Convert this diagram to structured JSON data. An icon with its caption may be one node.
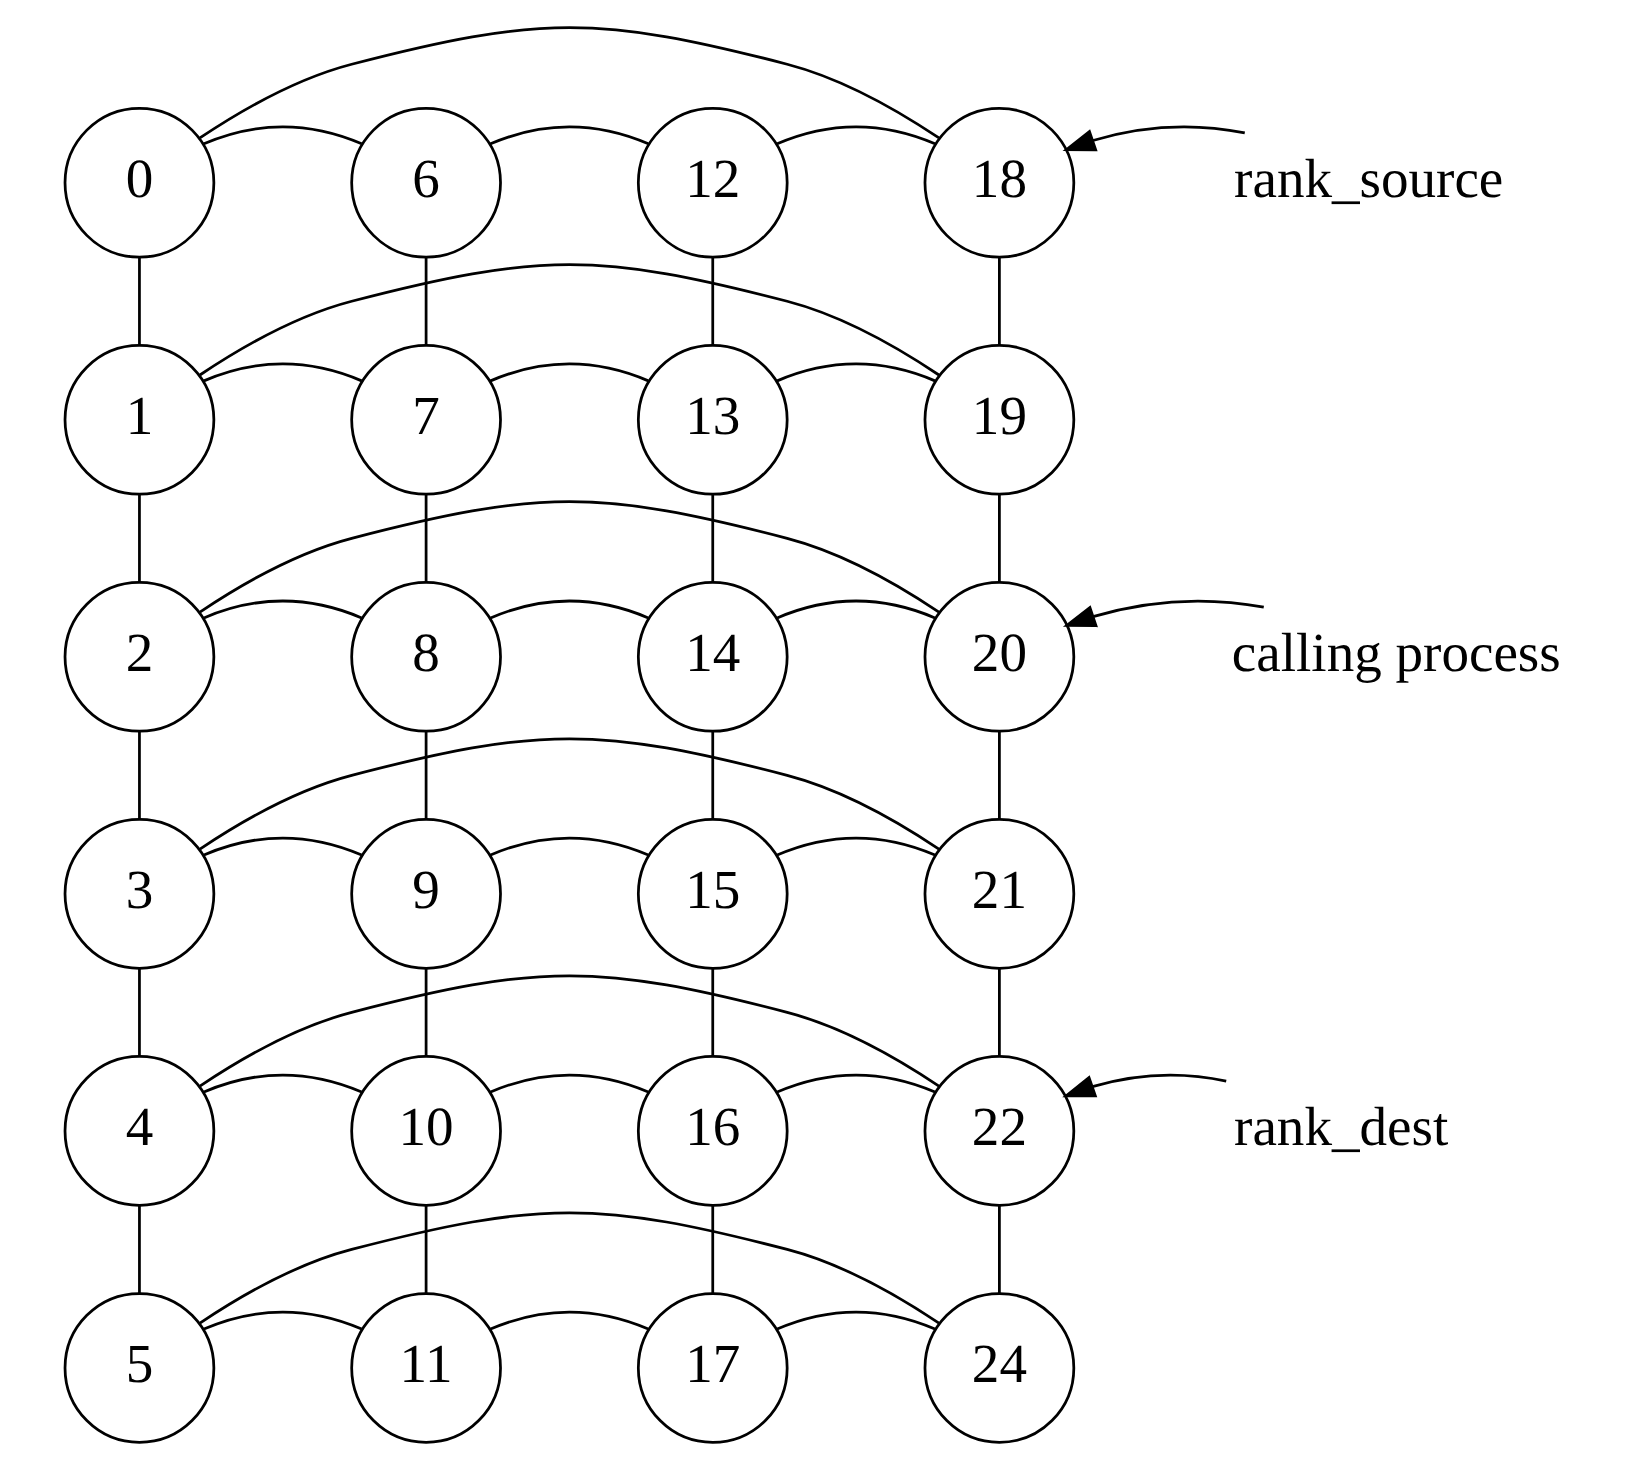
{
  "diagram": {
    "nodes": [
      {
        "text": [
          "0"
        ]
      },
      {
        "text": [
          "1"
        ]
      },
      {
        "text": [
          "2"
        ]
      },
      {
        "text": [
          "3"
        ]
      },
      {
        "text": [
          "4"
        ]
      },
      {
        "text": [
          "5"
        ]
      },
      {
        "text": [
          "6"
        ]
      },
      {
        "text": [
          "7"
        ]
      },
      {
        "text": [
          "8"
        ]
      },
      {
        "text": [
          "9"
        ]
      },
      {
        "text": [
          "10"
        ]
      },
      {
        "text": [
          "11"
        ]
      },
      {
        "text": [
          "12"
        ]
      },
      {
        "text": [
          "13"
        ]
      },
      {
        "text": [
          "14"
        ]
      },
      {
        "text": [
          "15"
        ]
      },
      {
        "text": [
          "16"
        ]
      },
      {
        "text": [
          "17"
        ]
      },
      {
        "text": [
          "18"
        ]
      },
      {
        "text": [
          "19"
        ]
      },
      {
        "text": [
          "20"
        ]
      },
      {
        "text": [
          "21"
        ]
      },
      {
        "text": [
          "22"
        ]
      },
      {
        "text": [
          "24"
        ]
      },
      {
        "text": [
          "rank_source"
        ]
      },
      {
        "text": [
          "calling process"
        ]
      },
      {
        "text": [
          "rank_dest"
        ]
      }
    ],
    "edges": [
      {
        "from": 0,
        "to": 6,
        "arrow": "none"
      },
      {
        "from": 6,
        "to": 12,
        "arrow": "none"
      },
      {
        "from": 12,
        "to": 18,
        "arrow": "none"
      },
      {
        "from": 18,
        "to": 0,
        "arrow": "none"
      },
      {
        "from": 1,
        "to": 7,
        "arrow": "none"
      },
      {
        "from": 7,
        "to": 13,
        "arrow": "none"
      },
      {
        "from": 13,
        "to": 19,
        "arrow": "none"
      },
      {
        "from": 19,
        "to": 1,
        "arrow": "none"
      },
      {
        "from": 2,
        "to": 8,
        "arrow": "none"
      },
      {
        "from": 8,
        "to": 14,
        "arrow": "none"
      },
      {
        "from": 14,
        "to": 20,
        "arrow": "none"
      },
      {
        "from": 20,
        "to": 2,
        "arrow": "none"
      },
      {
        "from": 3,
        "to": 9,
        "arrow": "none"
      },
      {
        "from": 9,
        "to": 15,
        "arrow": "none"
      },
      {
        "from": 15,
        "to": 21,
        "arrow": "none"
      },
      {
        "from": 21,
        "to": 3,
        "arrow": "none"
      },
      {
        "from": 4,
        "to": 10,
        "arrow": "none"
      },
      {
        "from": 10,
        "to": 16,
        "arrow": "none"
      },
      {
        "from": 16,
        "to": 22,
        "arrow": "none"
      },
      {
        "from": 22,
        "to": 4,
        "arrow": "none"
      },
      {
        "from": 5,
        "to": 11,
        "arrow": "none"
      },
      {
        "from": 11,
        "to": 17,
        "arrow": "none"
      },
      {
        "from": 17,
        "to": 23,
        "arrow": "none"
      },
      {
        "from": 23,
        "to": 5,
        "arrow": "none"
      },
      {
        "from": 0,
        "to": 1,
        "arrow": "none"
      },
      {
        "from": 1,
        "to": 2,
        "arrow": "none"
      },
      {
        "from": 2,
        "to": 3,
        "arrow": "none"
      },
      {
        "from": 3,
        "to": 4,
        "arrow": "none"
      },
      {
        "from": 4,
        "to": 5,
        "arrow": "none"
      },
      {
        "from": 6,
        "to": 7,
        "arrow": "none"
      },
      {
        "from": 7,
        "to": 8,
        "arrow": "none"
      },
      {
        "from": 8,
        "to": 9,
        "arrow": "none"
      },
      {
        "from": 9,
        "to": 10,
        "arrow": "none"
      },
      {
        "from": 10,
        "to": 11,
        "arrow": "none"
      },
      {
        "from": 12,
        "to": 13,
        "arrow": "none"
      },
      {
        "from": 13,
        "to": 14,
        "arrow": "none"
      },
      {
        "from": 14,
        "to": 15,
        "arrow": "none"
      },
      {
        "from": 15,
        "to": 16,
        "arrow": "none"
      },
      {
        "from": 16,
        "to": 17,
        "arrow": "none"
      },
      {
        "from": 18,
        "to": 19,
        "arrow": "none"
      },
      {
        "from": 19,
        "to": 20,
        "arrow": "none"
      },
      {
        "from": 20,
        "to": 21,
        "arrow": "none"
      },
      {
        "from": 21,
        "to": 22,
        "arrow": "none"
      },
      {
        "from": 22,
        "to": 23,
        "arrow": "none"
      },
      {
        "from": 24,
        "to": 18,
        "arrow": "to"
      },
      {
        "from": 25,
        "to": 20,
        "arrow": "to"
      },
      {
        "from": 26,
        "to": 22,
        "arrow": "to"
      }
    ]
  }
}
